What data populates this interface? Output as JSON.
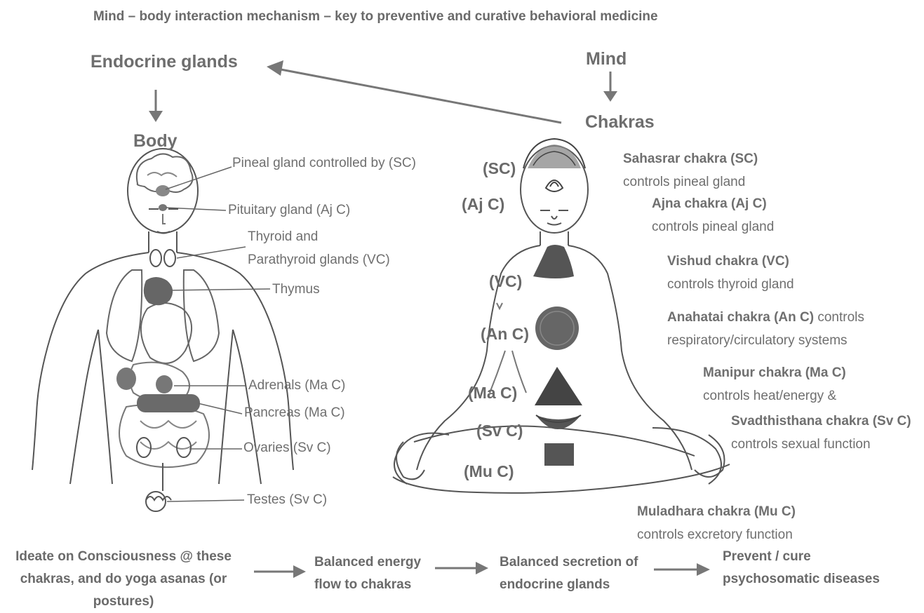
{
  "title": "Mind – body interaction mechanism – key to preventive and curative behavioral medicine",
  "nodes": {
    "endocrine": "Endocrine glands",
    "mind": "Mind",
    "chakras": "Chakras",
    "body": "Body"
  },
  "body_labels": {
    "pineal": "Pineal gland controlled by (SC)",
    "pituitary": "Pituitary gland (Aj C)",
    "thyroid_1": "Thyroid and",
    "thyroid_2": "Parathyroid glands (VC)",
    "thymus": "Thymus",
    "adrenals": "Adrenals (Ma C)",
    "pancreas": "Pancreas (Ma C)",
    "ovaries": "Ovaries (Sv C)",
    "testes": "Testes (Sv C)"
  },
  "chakra_abbr": {
    "sc": "(SC)",
    "ajc": "(Aj C)",
    "vc": "(VC)",
    "anc": "(An C)",
    "mac": "(Ma C)",
    "svc": "(Sv C)",
    "muc": "(Mu C)"
  },
  "chakra_desc": {
    "sc_name": "Sahasrar chakra (SC)",
    "sc_text": "controls pineal gland",
    "aj_name": "Ajna chakra (Aj C)",
    "aj_text": "controls pineal gland",
    "vc_name": "Vishud chakra (VC)",
    "vc_text": "controls thyroid gland",
    "an_name": "Anahatai chakra (An C)",
    "an_text1": " controls",
    "an_text2": "respiratory/circulatory systems",
    "ma_name": "Manipur chakra (Ma C)",
    "ma_text": "controls heat/energy &",
    "sv_name": "Svadthisthana chakra (Sv C)",
    "sv_text": "controls sexual function",
    "mu_name": "Muladhara chakra (Mu C)",
    "mu_text": "controls excretory function"
  },
  "flow": {
    "step1_l1": "Ideate on Consciousness @ these",
    "step1_l2": "chakras, and do yoga asanas (or",
    "step1_l3": "postures)",
    "step2_l1": "Balanced energy",
    "step2_l2": "flow to chakras",
    "step3_l1": "Balanced secretion of",
    "step3_l2": "endocrine glands",
    "step4_l1": "Prevent / cure",
    "step4_l2": "psychosomatic diseases"
  }
}
